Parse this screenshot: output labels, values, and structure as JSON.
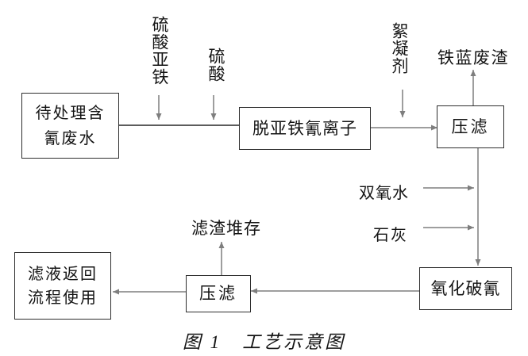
{
  "figure": {
    "caption": "图 1　工艺示意图"
  },
  "nodes": {
    "feed": {
      "line1": "待处理含",
      "line2": "氰废水"
    },
    "deferrocyanide": {
      "label": "脱亚铁氰离子"
    },
    "press_filter_top": {
      "label": "压滤"
    },
    "oxidation": {
      "label": "氧化破氰"
    },
    "press_filter_bottom": {
      "label": "压滤"
    },
    "filtrate_return": {
      "line1": "滤液返回",
      "line2": "流程使用"
    }
  },
  "inputs": {
    "ferrous_sulfate": "硫酸亚铁",
    "sulfuric_acid": "硫酸",
    "flocculant": "絮凝剂",
    "hydrogen_peroxide": "双氧水",
    "lime": "石灰"
  },
  "outputs": {
    "iron_blue_residue": "铁蓝废渣",
    "residue_storage": "滤渣堆存"
  },
  "colors": {
    "box_border": "#2e2e2e",
    "text": "#141414",
    "connector": "#7e7e7e",
    "main_line": "#454545",
    "background": "#ffffff"
  }
}
